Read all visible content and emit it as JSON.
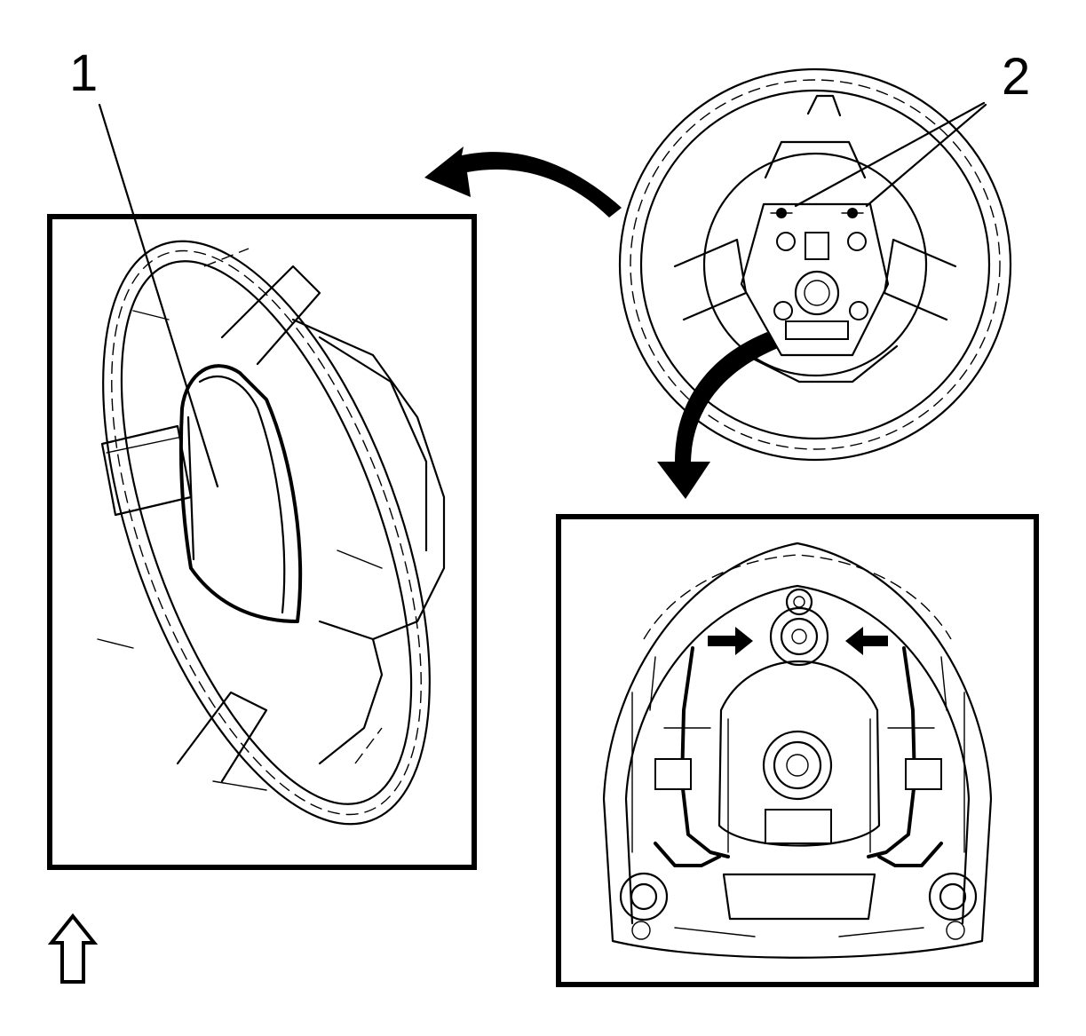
{
  "callouts": [
    {
      "id": "1",
      "label": "1"
    },
    {
      "id": "2",
      "label": "2"
    }
  ],
  "icons": {
    "view_direction": "up-outline-arrow-icon",
    "removal_arrows": "curved-arrow-icon",
    "push_arrows": "push-arrow-icon"
  }
}
